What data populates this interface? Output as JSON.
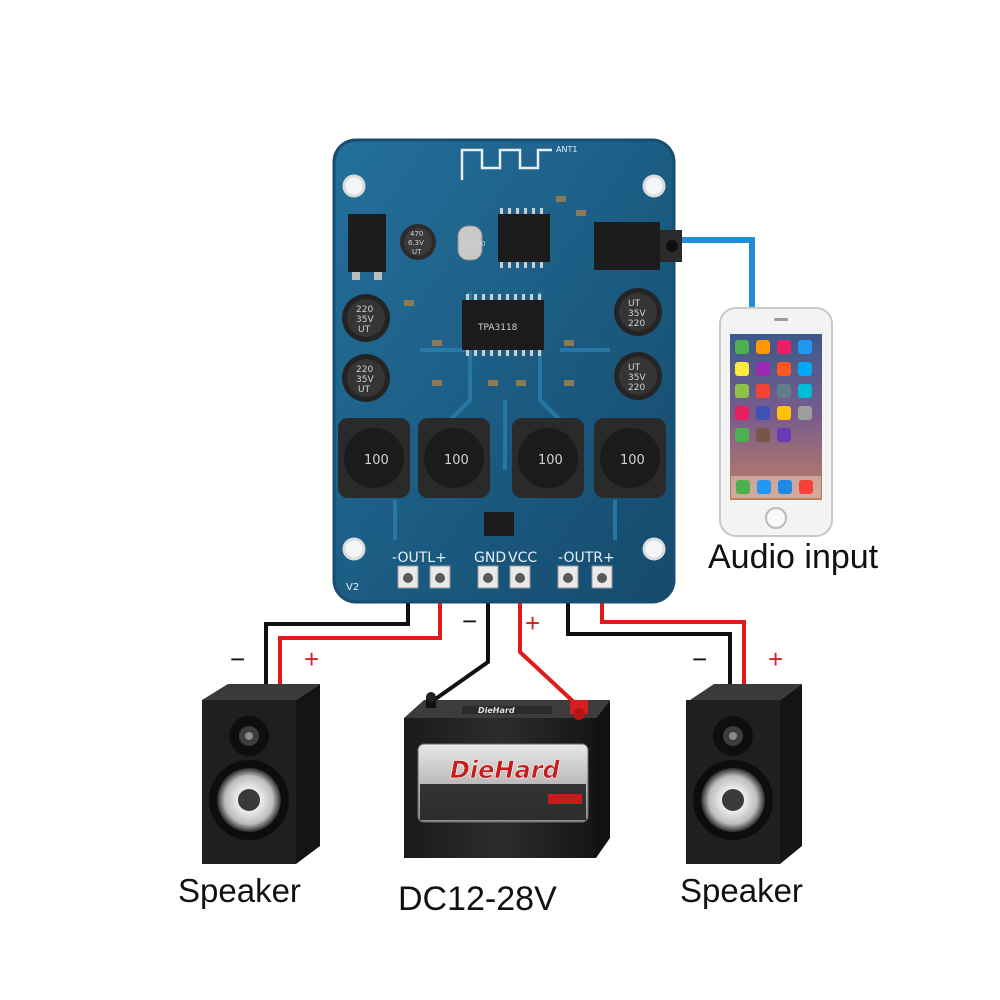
{
  "board": {
    "output_left_label": "-OUTL+",
    "gnd_label": "GND",
    "vcc_label": "VCC",
    "output_right_label": "-OUTR+",
    "version_label": "V2",
    "antenna_label": "ANT1",
    "cap_large_label": "220\n35V\nUT",
    "cap_small_label": "470\n6.3V\nUT",
    "crystal_label": "24.000",
    "inductor_label": "100",
    "amp_chip_label": "TPA3118",
    "colors": {
      "pcb": "#1e5e86",
      "pcb_edge": "#174d70",
      "wire_blue": "#1e90d8",
      "wire_red": "#e01b1b",
      "wire_black": "#111111"
    }
  },
  "phone": {
    "name": "phone-audio-source"
  },
  "signs": {
    "minus": "−",
    "plus": "+"
  },
  "battery": {
    "brand": "DieHard"
  },
  "captions": {
    "audio_input": "Audio input",
    "speaker_left": "Speaker",
    "power": "DC12-28V",
    "speaker_right": "Speaker"
  }
}
